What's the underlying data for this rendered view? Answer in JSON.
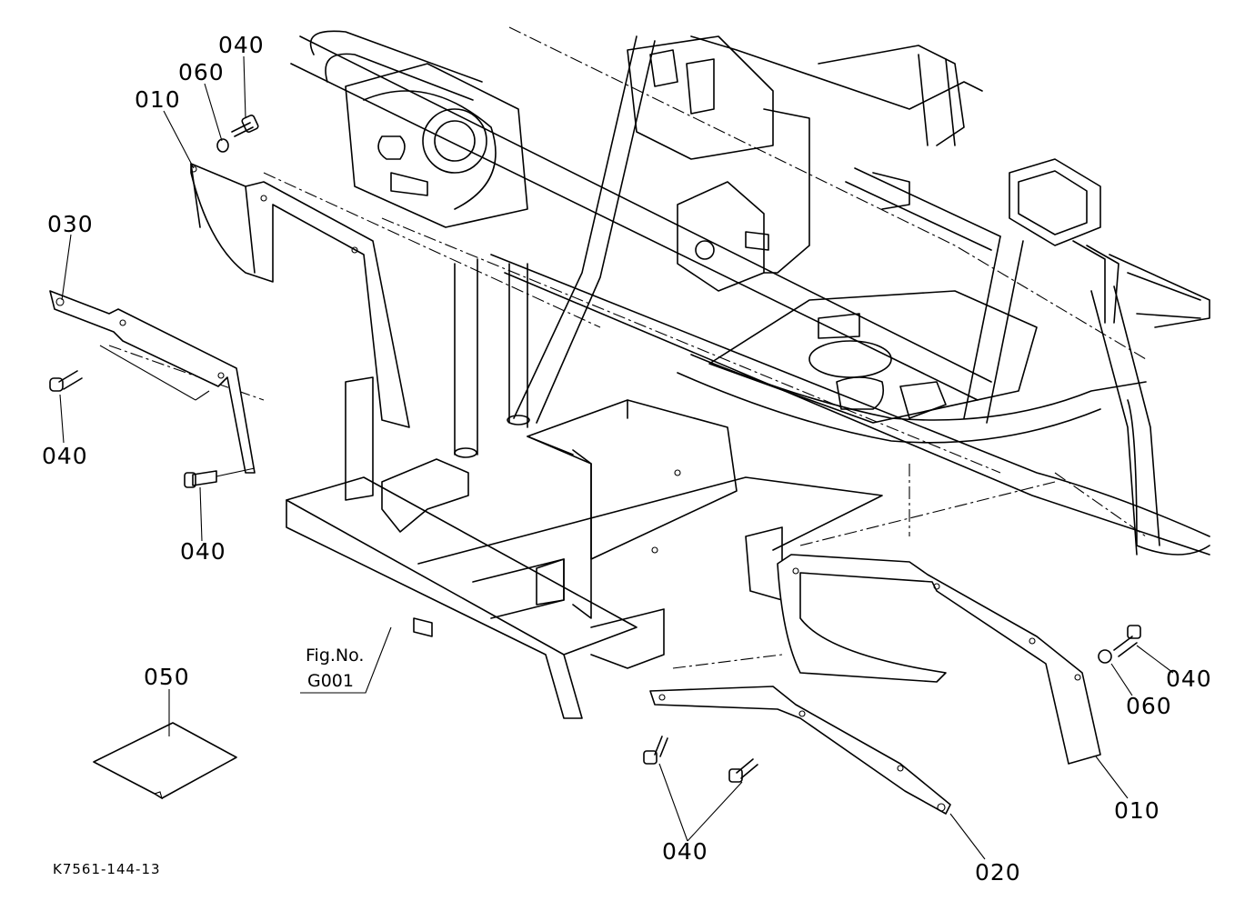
{
  "figure": {
    "drawing_number": "K7561-144-13",
    "figure_reference": {
      "label": "Fig.No.",
      "code": "G001"
    },
    "callouts": [
      {
        "id": "c-040-a",
        "text": "040",
        "part": "bolt"
      },
      {
        "id": "c-060-a",
        "text": "060",
        "part": "washer"
      },
      {
        "id": "c-010-a",
        "text": "010",
        "part": "cover-left"
      },
      {
        "id": "c-030",
        "text": "030",
        "part": "bracket-left"
      },
      {
        "id": "c-040-b",
        "text": "040",
        "part": "bolt"
      },
      {
        "id": "c-040-c",
        "text": "040",
        "part": "bolt"
      },
      {
        "id": "c-050",
        "text": "050",
        "part": "label-sheet"
      },
      {
        "id": "c-040-d",
        "text": "040",
        "part": "bolt"
      },
      {
        "id": "c-060-b",
        "text": "060",
        "part": "washer"
      },
      {
        "id": "c-010-b",
        "text": "010",
        "part": "cover-right"
      },
      {
        "id": "c-040-e",
        "text": "040",
        "part": "bolt"
      },
      {
        "id": "c-020",
        "text": "020",
        "part": "bracket-right"
      }
    ]
  }
}
